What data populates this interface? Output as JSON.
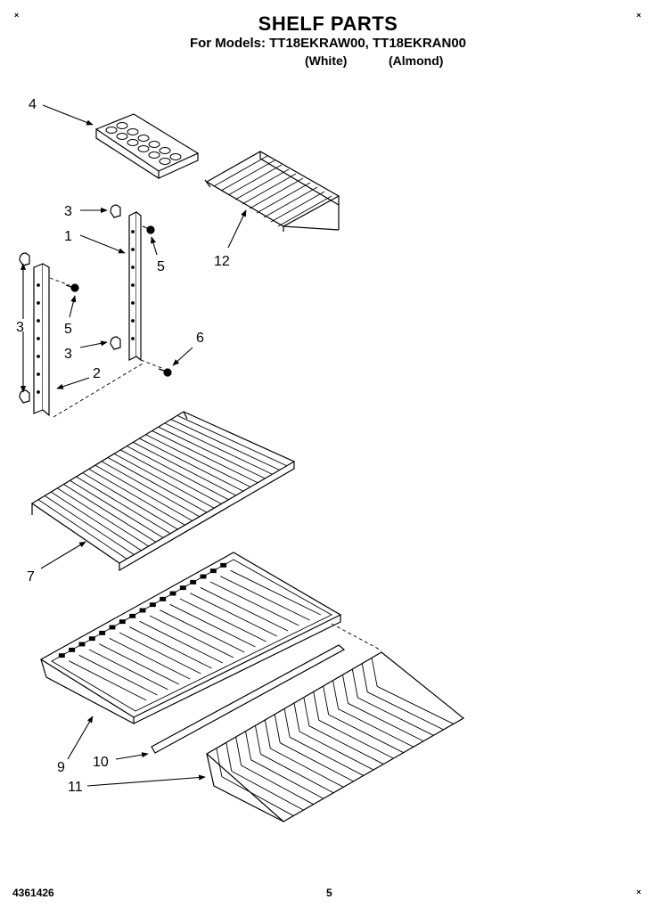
{
  "header": {
    "title": "SHELF PARTS",
    "models_line": "For Models: TT18EKRAW00, TT18EKRAN00",
    "color_1": "(White)",
    "color_2": "(Almond)"
  },
  "footer": {
    "doc_number": "4361426",
    "page_number": "5"
  },
  "corner_marks": [
    "×",
    "×",
    "×"
  ],
  "callouts": {
    "c4": "4",
    "c3a": "3",
    "c1": "1",
    "c5a": "5",
    "c12": "12",
    "c3b": "3",
    "c5b": "5",
    "c3c": "3",
    "c6": "6",
    "c2": "2",
    "c7": "7",
    "c9": "9",
    "c10": "10",
    "c11": "11"
  }
}
